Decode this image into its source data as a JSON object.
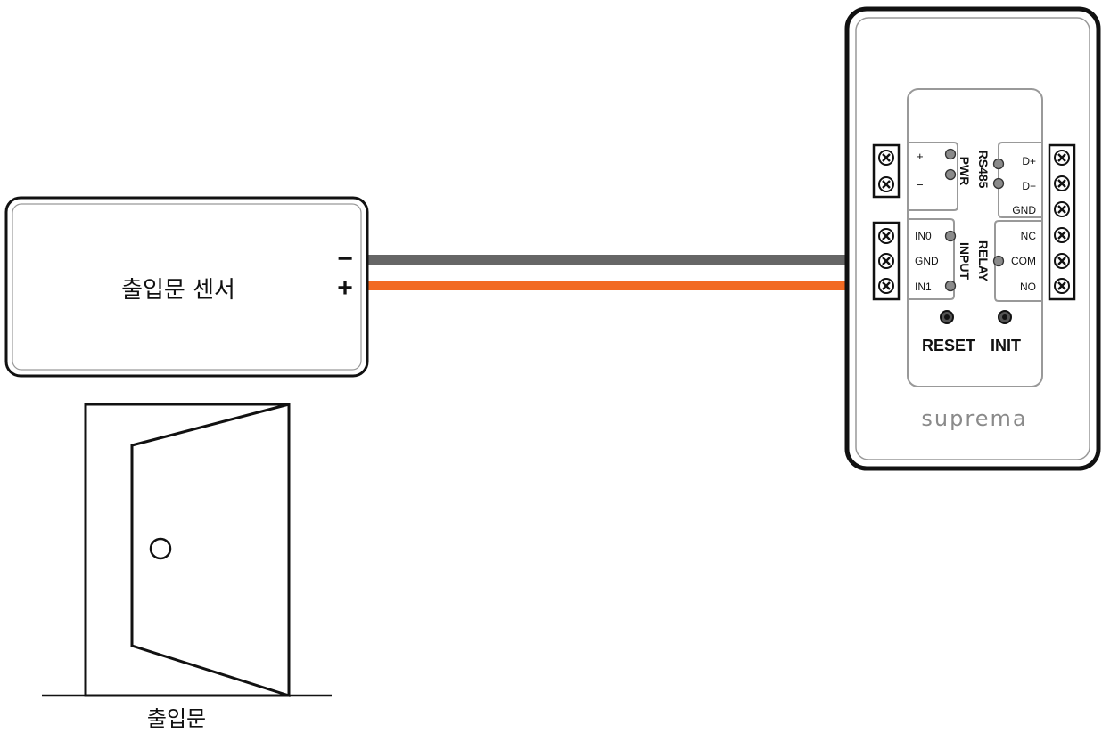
{
  "sensor": {
    "label": "출입문 센서",
    "minus_label": "−",
    "plus_label": "+"
  },
  "door": {
    "label": "출입문"
  },
  "wires": {
    "negative_color": "#666666",
    "positive_color": "#f26a22"
  },
  "device": {
    "brand": "suprema",
    "pwr": {
      "title": "PWR",
      "pins": [
        "+",
        "−"
      ]
    },
    "rs485": {
      "title": "RS485",
      "pins": [
        "D+",
        "D−",
        "GND"
      ]
    },
    "input": {
      "title": "INPUT",
      "pins": [
        "IN0",
        "GND",
        "IN1"
      ]
    },
    "relay": {
      "title": "RELAY",
      "pins": [
        "NC",
        "COM",
        "NO"
      ]
    },
    "buttons": {
      "reset": "RESET",
      "init": "INIT"
    }
  }
}
